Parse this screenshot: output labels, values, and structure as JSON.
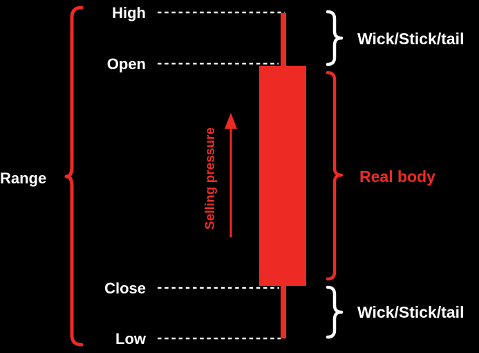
{
  "title": "Bearish candlestick anatomy diagram",
  "colors": {
    "background": "#000000",
    "candle_red": "#EE2A25",
    "label_white": "#FFFFFF"
  },
  "price_labels": {
    "high": "High",
    "open": "Open",
    "close": "Close",
    "low": "Low"
  },
  "left_annotation": {
    "range_label": "Range"
  },
  "pressure_annotation": {
    "label": "Selling pressure"
  },
  "right_annotations": {
    "upper_wick_label": "Wick/Stick/tail",
    "real_body_label": "Real body",
    "lower_wick_label": "Wick/Stick/tail"
  }
}
